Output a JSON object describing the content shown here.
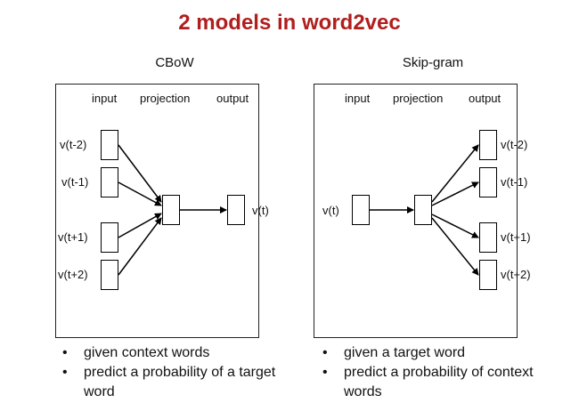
{
  "title": "2 models in word2vec",
  "cbow": {
    "subtitle": "CBoW",
    "headers": {
      "input": "input",
      "projection": "projection",
      "output": "output"
    },
    "inputs": [
      "v(t-2)",
      "v(t-1)",
      "v(t+1)",
      "v(t+2)"
    ],
    "output": "v(t)",
    "bullets": [
      "given context words",
      "predict a probability of a target word"
    ]
  },
  "skipgram": {
    "subtitle": "Skip-gram",
    "headers": {
      "input": "input",
      "projection": "projection",
      "output": "output"
    },
    "input": "v(t)",
    "outputs": [
      "v(t-2)",
      "v(t-1)",
      "v(t+1)",
      "v(t+2)"
    ],
    "bullets": [
      "given a target word",
      "predict a probability of context words"
    ]
  }
}
